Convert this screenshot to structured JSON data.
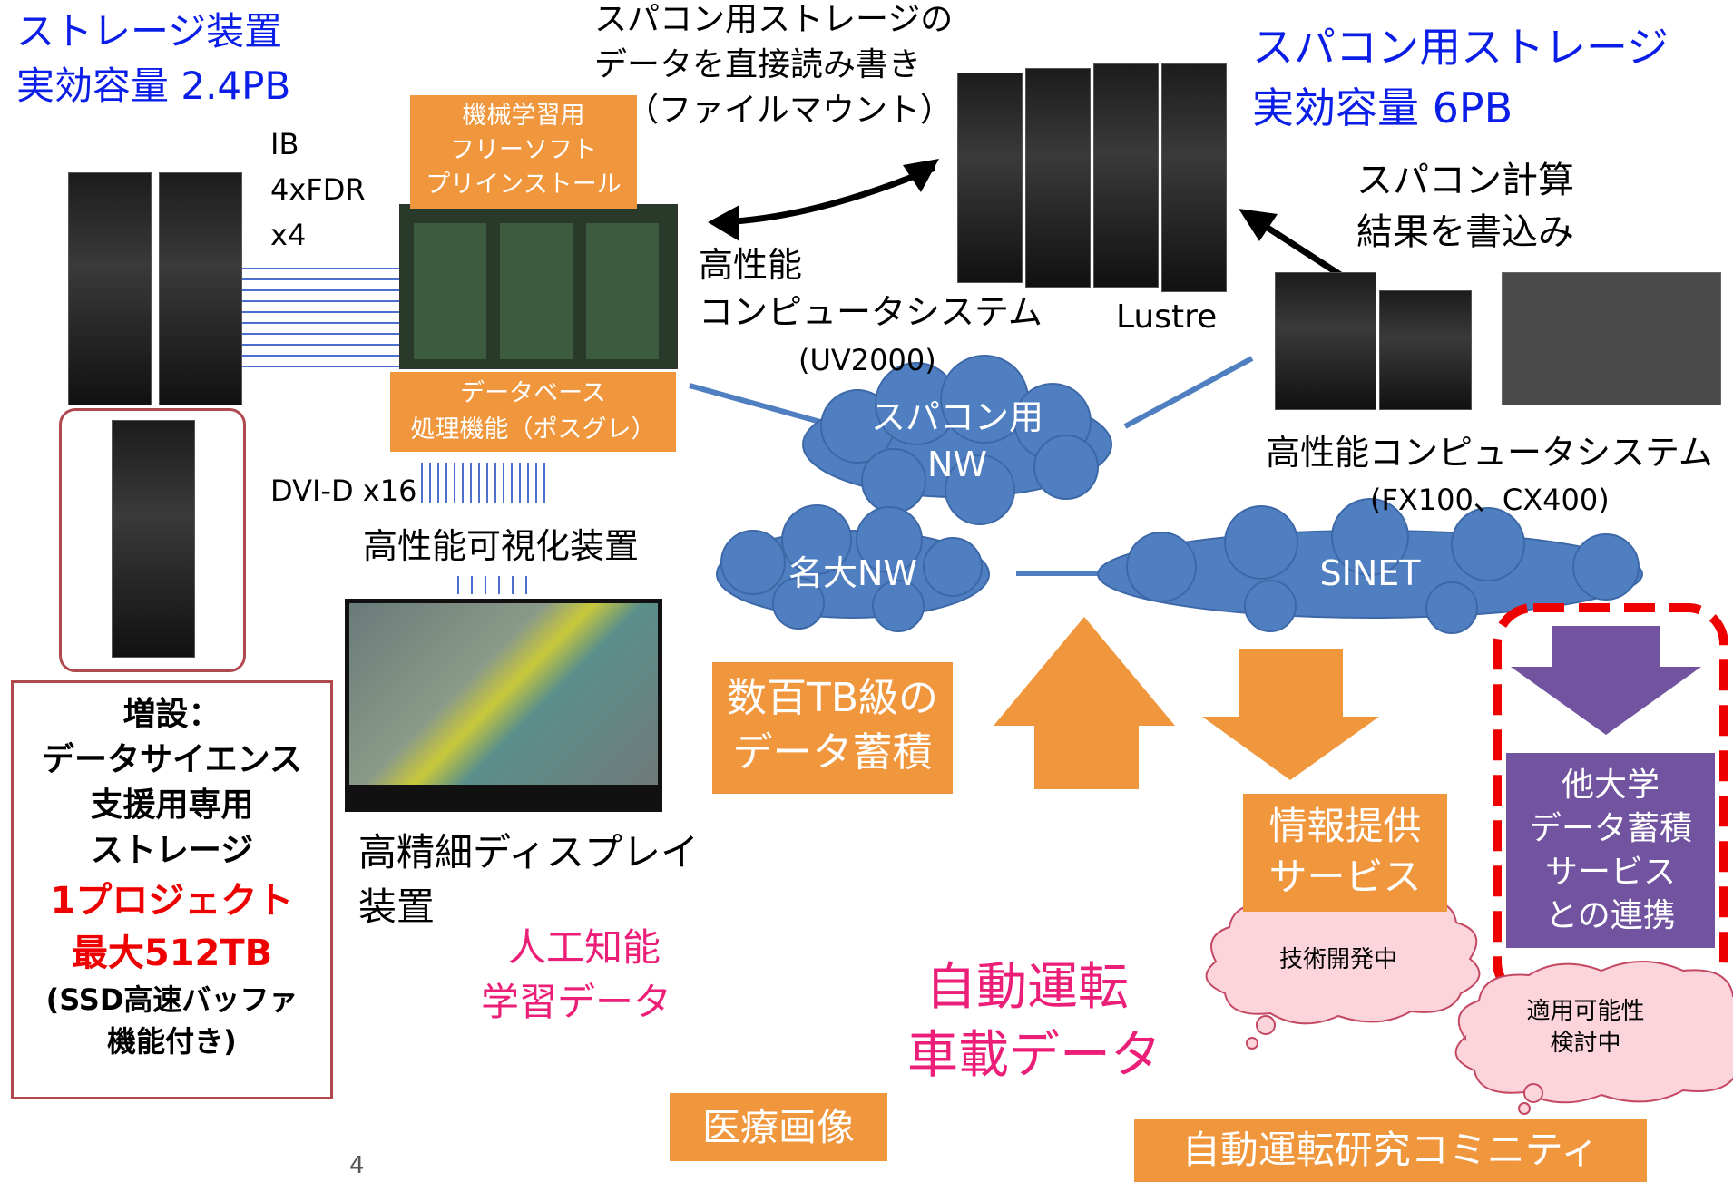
{
  "storage_left": {
    "line1": "ストレージ装置",
    "line2": "実効容量 2.4PB"
  },
  "ib": {
    "l1": "IB",
    "l2": "4xFDR",
    "l3": "x4"
  },
  "ml_box": {
    "l1": "機械学習用",
    "l2": "フリーソフト",
    "l3": "プリインストール"
  },
  "db_box": {
    "l1": "データベース",
    "l2": "処理機能（ポスグレ）"
  },
  "direct_rw": {
    "l1": "スパコン用ストレージの",
    "l2": "データを直接読み書き",
    "l3": "（ファイルマウント）"
  },
  "storage_right": {
    "line1": "スパコン用ストレージ",
    "line2": "実効容量 6PB"
  },
  "write_result": {
    "l1": "スパコン計算",
    "l2": "結果を書込み"
  },
  "hpc_uv": {
    "l1": "高性能",
    "l2": "コンピュータシステム",
    "l3": "(UV2000)"
  },
  "lustre": "Lustre",
  "hpc_fx": {
    "l1": "高性能コンピュータシステム",
    "l2": "(FX100、CX400)"
  },
  "dvi": "DVI-D x16",
  "viz": "高性能可視化装置",
  "display": {
    "l1": "高精細ディスプレイ",
    "l2": "装置"
  },
  "cloud_super": {
    "l1": "スパコン用",
    "l2": "NW"
  },
  "cloud_nagoya": "名大NW",
  "cloud_sinet": "SINET",
  "accumulate": {
    "l1": "数百TB級の",
    "l2": "データ蓄積"
  },
  "info_service": {
    "l1": "情報提供",
    "l2": "サービス"
  },
  "other_univ": {
    "l1": "他大学",
    "l2": "データ蓄積",
    "l3": "サービス",
    "l4": "との連携"
  },
  "dev_bubble": "技術開発中",
  "apply_bubble": {
    "l1": "適用可能性",
    "l2": "検討中"
  },
  "expansion": {
    "l1": "増設：",
    "l2": "データサイエンス",
    "l3": "支援用専用",
    "l4": "ストレージ",
    "l5": "1プロジェクト",
    "l6": "最大512TB",
    "l7": "(SSD高速バッファ",
    "l8": "機能付き)"
  },
  "ai": {
    "l1": "人工知能",
    "l2": "学習データ"
  },
  "autodrive": {
    "l1": "自動運転",
    "l2": "車載データ"
  },
  "medical": "医療画像",
  "community": "自動運転研究コミニティ",
  "page_num": "4",
  "colors": {
    "blue": "#0a1ee8",
    "pink": "#ec1f78",
    "orange": "#f0963c",
    "purple": "#7153a0",
    "cloud": "#4f7fc0",
    "red": "#ee0000"
  }
}
